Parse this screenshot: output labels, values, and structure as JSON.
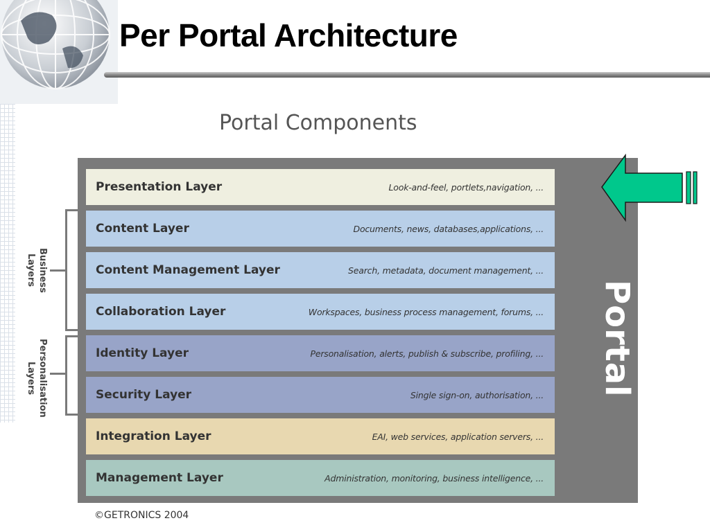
{
  "slide": {
    "title": "Per Portal Architecture"
  },
  "diagram": {
    "heading": "Portal Components",
    "portal_label": "Portal",
    "business_label": "Business Layers",
    "personalisation_label": "Personalisation Layers",
    "copyright": "©GETRONICS 2004",
    "layers": [
      {
        "name": "Presentation Layer",
        "desc": "Look-and-feel, portlets,navigation, ...",
        "color": "#efefe0"
      },
      {
        "name": "Content Layer",
        "desc": "Documents, news, databases,applications, ...",
        "color": "#b8cfe8"
      },
      {
        "name": "Content Management Layer",
        "desc": "Search, metadata, document management, ...",
        "color": "#b8cfe8"
      },
      {
        "name": "Collaboration Layer",
        "desc": "Workspaces, business process management, forums, ...",
        "color": "#b8cfe8"
      },
      {
        "name": "Identity Layer",
        "desc": "Personalisation, alerts, publish & subscribe, profiling, ...",
        "color": "#98a4c8"
      },
      {
        "name": "Security Layer",
        "desc": "Single sign-on, authorisation, ...",
        "color": "#98a4c8"
      },
      {
        "name": "Integration Layer",
        "desc": "EAI, web services, application servers, ...",
        "color": "#e8d8b0"
      },
      {
        "name": "Management Layer",
        "desc": "Administration, monitoring, business intelligence, ...",
        "color": "#a8c8c0"
      }
    ]
  },
  "colors": {
    "frame": "#7a7a7a",
    "arrow": "#00c88c"
  }
}
